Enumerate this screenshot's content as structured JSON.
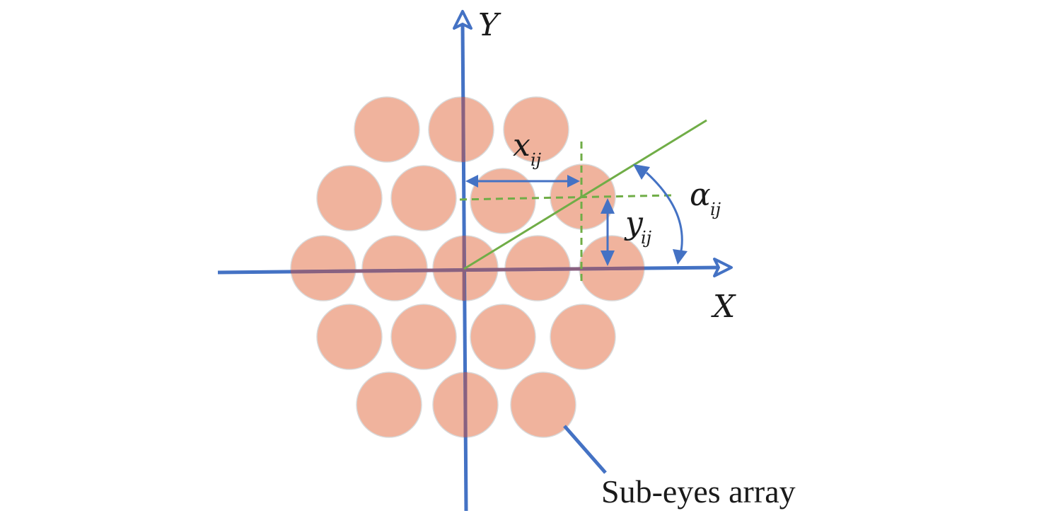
{
  "labels": {
    "axis_y": "Y",
    "axis_x": "X",
    "x_main": "x",
    "x_sub": "ij",
    "y_main": "y",
    "y_sub": "ij",
    "alpha_main": "α",
    "alpha_sub": "ij",
    "callout": "Sub-eyes array"
  },
  "colors": {
    "axis": "#4472c4",
    "circle": "#f0b39d",
    "circle_stroke": "#d9d9d9",
    "guide": "#70ad47",
    "overlap": "#a05c6a"
  }
}
